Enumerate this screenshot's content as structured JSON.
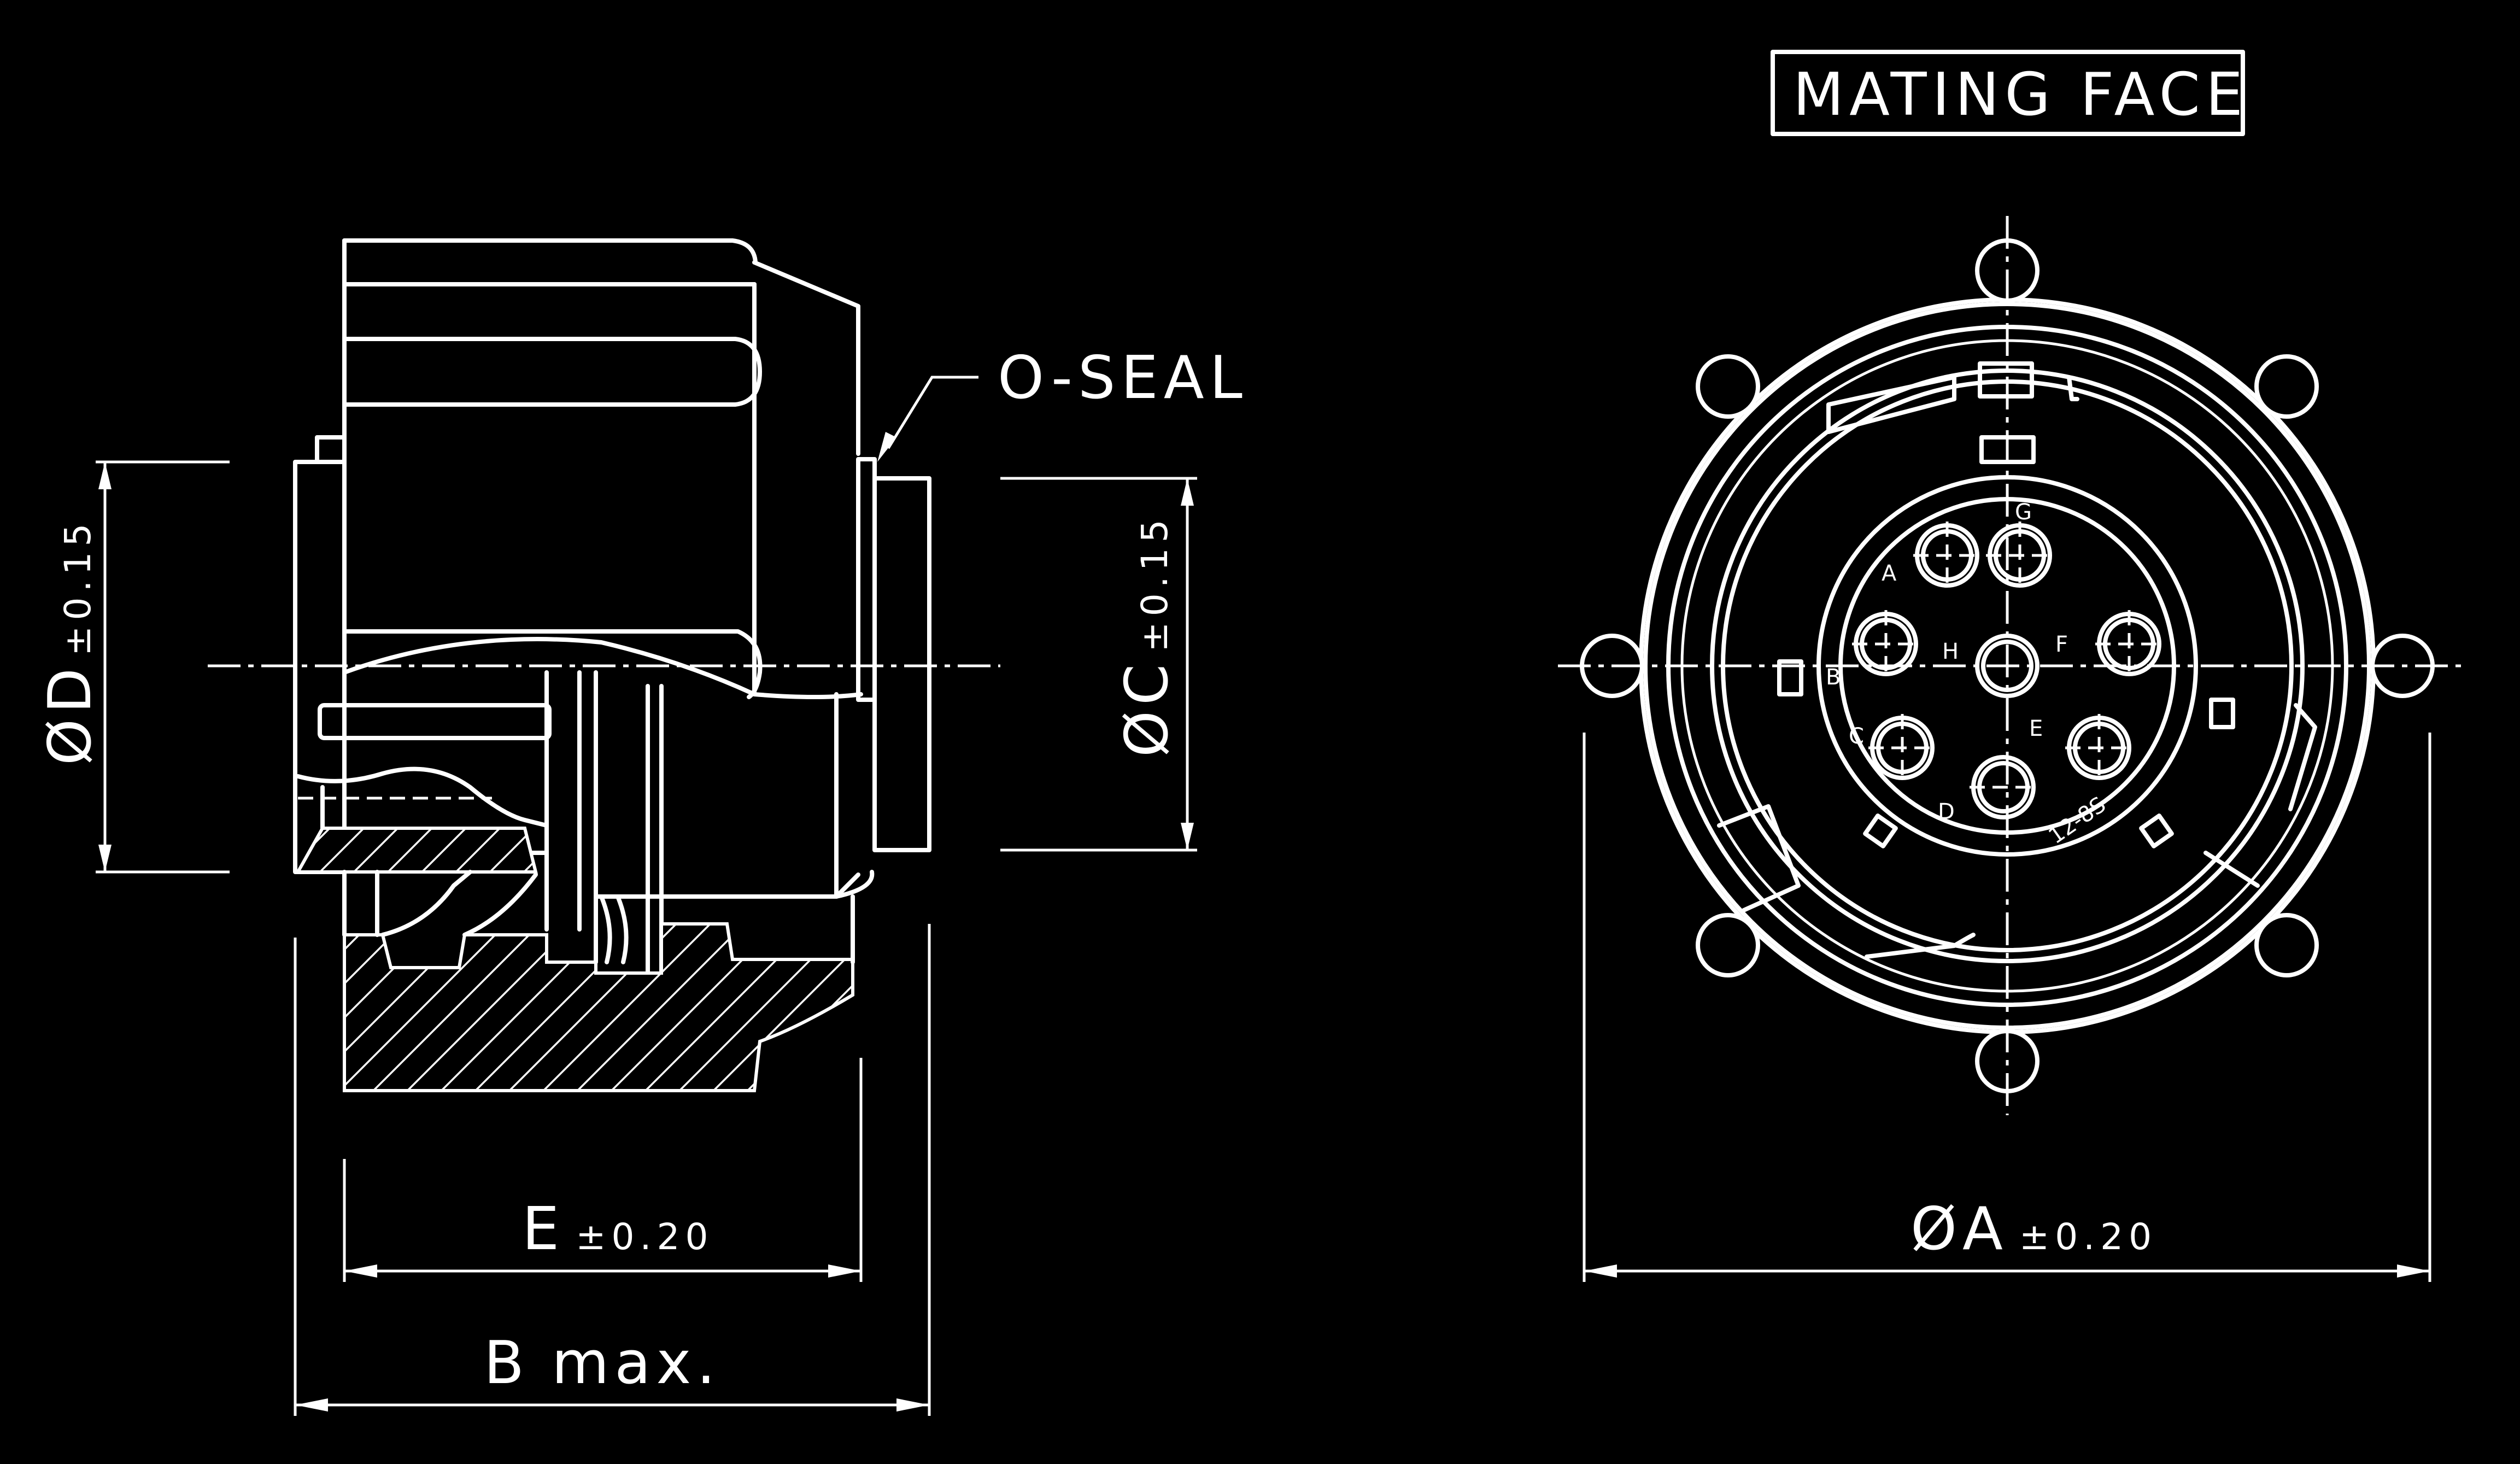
{
  "title": {
    "mating_face": "MATING FACE"
  },
  "callouts": {
    "o_seal": "O-SEAL"
  },
  "dimensions": {
    "d": {
      "symbol": "ØD",
      "tolerance": "±0.15"
    },
    "c": {
      "symbol": "ØC",
      "tolerance": "±0.15"
    },
    "e": {
      "symbol": "E",
      "tolerance": "±0.20"
    },
    "b": {
      "symbol": "B",
      "suffix": "max."
    },
    "a": {
      "symbol": "ØA",
      "tolerance": "±0.20"
    }
  },
  "contacts": {
    "pins": [
      {
        "label": "A"
      },
      {
        "label": "B"
      },
      {
        "label": "C"
      },
      {
        "label": "D"
      },
      {
        "label": "E"
      },
      {
        "label": "F"
      },
      {
        "label": "G"
      },
      {
        "label": "H"
      }
    ],
    "insert_code": "12-8S"
  },
  "colors": {
    "background": "#000000",
    "lines": "#ffffff"
  }
}
